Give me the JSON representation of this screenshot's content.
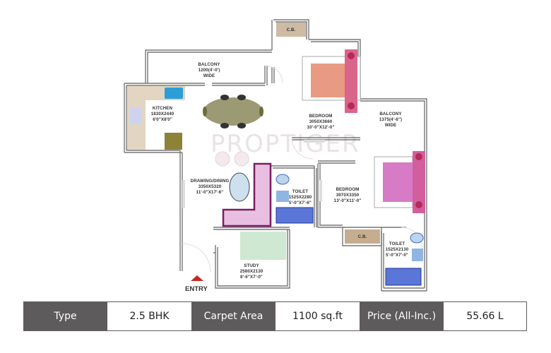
{
  "watermark": "PROPTIGER",
  "rooms": {
    "balcony_1": {
      "name": "BALCONY",
      "size": "1200(4'-0')",
      "note": "WIDE"
    },
    "kitchen": {
      "name": "KITCHEN",
      "size_mm": "1830X2440",
      "size_ft": "6'0\"X8'0\""
    },
    "bedroom_1": {
      "name": "BEDROOM",
      "size_mm": "3050X3660",
      "size_ft": "10'-0\"X12'-0\""
    },
    "balcony_2": {
      "name": "BALCONY",
      "size": "1375(4'-6\")",
      "note": "WIDE"
    },
    "drawing_dining": {
      "name": "DRAWING/DINING",
      "size_mm": "3350X5320",
      "size_ft": "11'-0\"X17'-6\""
    },
    "toilet_1": {
      "name": "TOILET",
      "size_mm": "1525X2280",
      "size_ft": "5'-0\"X7'-6\""
    },
    "bedroom_2": {
      "name": "BEDROOM",
      "size_mm": "3970X3350",
      "size_ft": "13'-0\"X11'-0\""
    },
    "cb_1": {
      "name": "C.B."
    },
    "cb_2": {
      "name": "C.B."
    },
    "toilet_2": {
      "name": "TOILET",
      "size_mm": "1525X2130",
      "size_ft": "5'-0\"X7'-0\""
    },
    "study": {
      "name": "STUDY",
      "size_mm": "2580X2130",
      "size_ft": "8'-6\"X7'-0\""
    }
  },
  "entry_label": "ENTRY",
  "specs": [
    {
      "label": "Type",
      "value": "2.5 BHK"
    },
    {
      "label": "Carpet Area",
      "value": "1100 sq.ft"
    },
    {
      "label": "Price (All-Inc.)",
      "value": "55.66 L"
    }
  ],
  "colors": {
    "spec_label_bg": "#5e5b5d",
    "entry_arrow": "#c8261e",
    "bed_1": "#e89a82",
    "bed_2": "#d77bc6",
    "sofa": "#8c2a6c"
  }
}
